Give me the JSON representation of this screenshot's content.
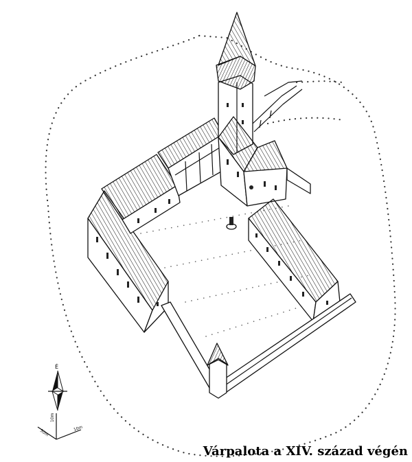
{
  "caption": "Várpalota a XIV. század végén",
  "compass": {
    "north_label": "É"
  },
  "axes": {
    "left_label": "50m",
    "right_label": "10m",
    "up_label": "10m"
  }
}
